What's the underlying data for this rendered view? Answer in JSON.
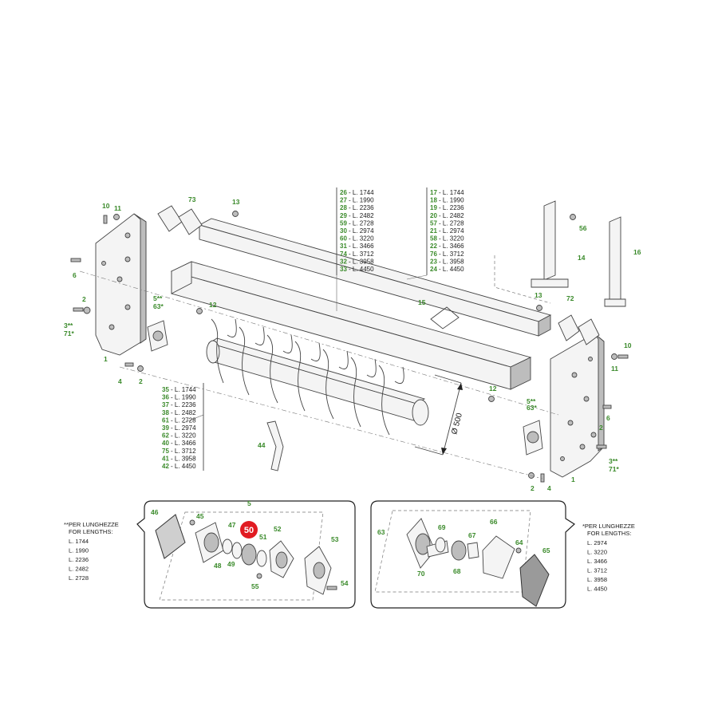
{
  "callouts": {
    "c1a": "1",
    "c1b": "1",
    "c2a": "2",
    "c2b": "2",
    "c2c": "2",
    "c2d": "2",
    "c3a": "3**",
    "c3b": "3**",
    "c71a": "71*",
    "c71b": "71*",
    "c4a": "4",
    "c4b": "4",
    "c5a": "5**",
    "c5b": "5**",
    "c5c": "5",
    "c63a": "63*",
    "c63b": "63*",
    "c63c": "63",
    "c6a": "6",
    "c6b": "6",
    "c10a": "10",
    "c10b": "10",
    "c11a": "11",
    "c11b": "11",
    "c12a": "12",
    "c12b": "12",
    "c13a": "13",
    "c13b": "13",
    "c14": "14",
    "c15": "15",
    "c16": "16",
    "c44": "44",
    "c45": "45",
    "c46": "46",
    "c47": "47",
    "c48": "48",
    "c49": "49",
    "c50": "50",
    "c51": "51",
    "c52": "52",
    "c53": "53",
    "c54": "54",
    "c55": "55",
    "c56": "56",
    "c64": "64",
    "c65": "65",
    "c66": "66",
    "c67": "67",
    "c68": "68",
    "c69": "69",
    "c70": "70",
    "c72": "72",
    "c73": "73"
  },
  "diameter_label": "Ø 500",
  "table_a": [
    {
      "id": "26",
      "len": "- L. 1744"
    },
    {
      "id": "27",
      "len": "- L. 1990"
    },
    {
      "id": "28",
      "len": "- L. 2236"
    },
    {
      "id": "29",
      "len": "- L. 2482"
    },
    {
      "id": "59",
      "len": "- L. 2728"
    },
    {
      "id": "30",
      "len": "- L. 2974"
    },
    {
      "id": "60",
      "len": "- L. 3220"
    },
    {
      "id": "31",
      "len": "- L. 3466"
    },
    {
      "id": "74",
      "len": "- L. 3712"
    },
    {
      "id": "32",
      "len": "- L. 3958"
    },
    {
      "id": "33",
      "len": "- L. 4450"
    }
  ],
  "table_b": [
    {
      "id": "17",
      "len": "- L. 1744"
    },
    {
      "id": "18",
      "len": "- L. 1990"
    },
    {
      "id": "19",
      "len": "- L. 2236"
    },
    {
      "id": "20",
      "len": "- L. 2482"
    },
    {
      "id": "57",
      "len": "- L. 2728"
    },
    {
      "id": "21",
      "len": "- L. 2974"
    },
    {
      "id": "58",
      "len": "- L. 3220"
    },
    {
      "id": "22",
      "len": "- L. 3466"
    },
    {
      "id": "76",
      "len": "- L. 3712"
    },
    {
      "id": "23",
      "len": "- L. 3958"
    },
    {
      "id": "24",
      "len": "- L. 4450"
    }
  ],
  "table_c": [
    {
      "id": "35",
      "len": "- L. 1744"
    },
    {
      "id": "36",
      "len": "- L. 1990"
    },
    {
      "id": "37",
      "len": "- L. 2236"
    },
    {
      "id": "38",
      "len": "- L. 2482"
    },
    {
      "id": "61",
      "len": "- L. 2728"
    },
    {
      "id": "39",
      "len": "- L. 2974"
    },
    {
      "id": "62",
      "len": "- L. 3220"
    },
    {
      "id": "40",
      "len": "- L. 3466"
    },
    {
      "id": "75",
      "len": "- L. 3712"
    },
    {
      "id": "41",
      "len": "- L. 3958"
    },
    {
      "id": "42",
      "len": "- L. 4450"
    }
  ],
  "note_left": {
    "title1": "**PER LUNGHEZZE",
    "title2": "FOR LENGTHS:",
    "lengths": [
      "L. 1744",
      "L. 1990",
      "L. 2236",
      "L. 2482",
      "L. 2728"
    ]
  },
  "note_right": {
    "title1": "*PER LUNGHEZZE",
    "title2": "FOR LENGTHS:",
    "lengths": [
      "L. 2974",
      "L. 3220",
      "L. 3466",
      "L. 3712",
      "L. 3958",
      "L. 4450"
    ]
  },
  "colors": {
    "callout": "#3a8a2a",
    "highlight": "#e11b22",
    "line": "#444444"
  }
}
